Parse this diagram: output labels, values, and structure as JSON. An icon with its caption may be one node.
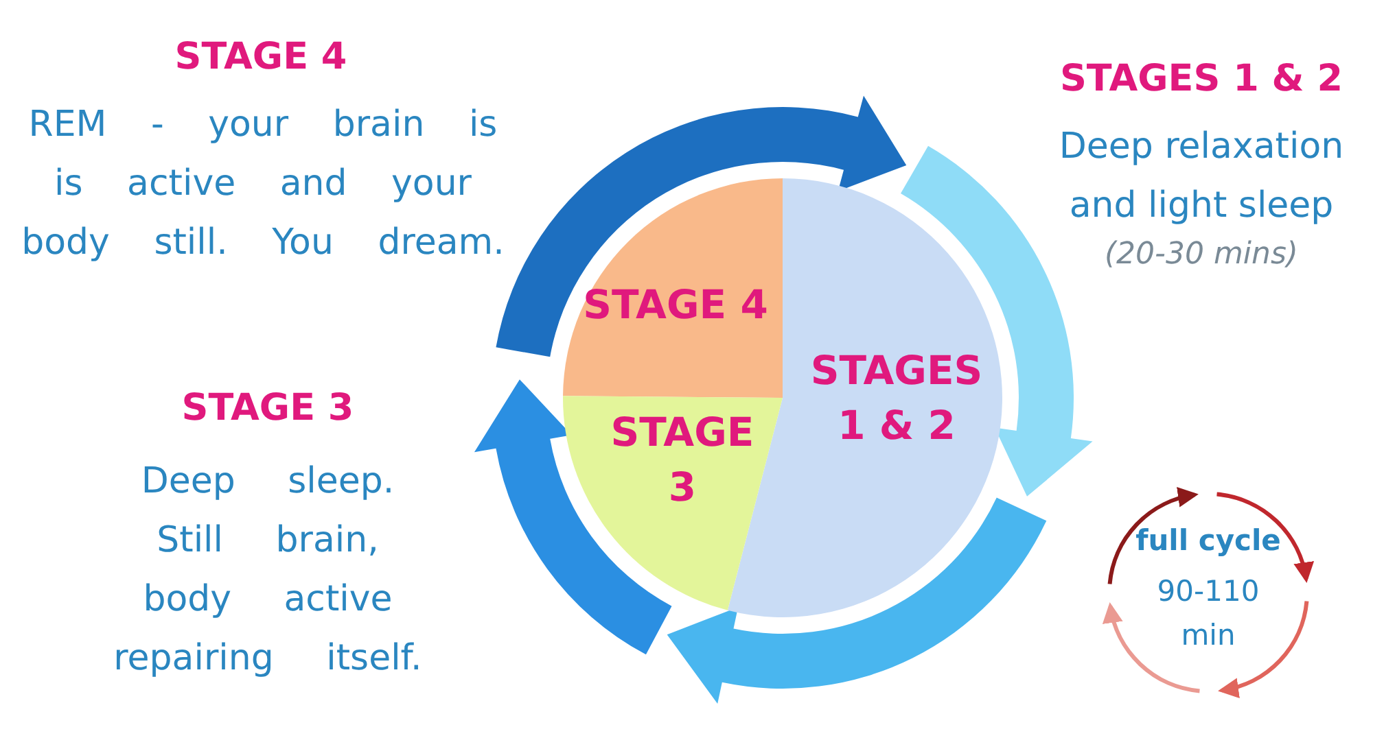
{
  "diagram": {
    "nodes": [
      {
        "text": [
          "STAGE 4"
        ]
      },
      {
        "text": [
          "STAGES 1 & 2"
        ]
      },
      {
        "text": [
          "STAGE 3"
        ]
      },
      {
        "text": [
          "full cycle",
          "90-110 min"
        ]
      }
    ],
    "edges": [
      {
        "from": 0,
        "to": 1,
        "arrow": "to"
      },
      {
        "from": 1,
        "to": 1,
        "arrow": "to"
      },
      {
        "from": 1,
        "to": 2,
        "arrow": "to"
      },
      {
        "from": 2,
        "to": 0,
        "arrow": "to"
      }
    ],
    "labels": [
      "STAGE 4",
      "REM - your brain is is active and your body still. You dream.",
      "STAGES 1 & 2",
      "Deep relaxation and light sleep",
      "(20-30 mins)",
      "STAGE 3",
      "Deep sleep. Still brain, body active repairing itself."
    ]
  }
}
